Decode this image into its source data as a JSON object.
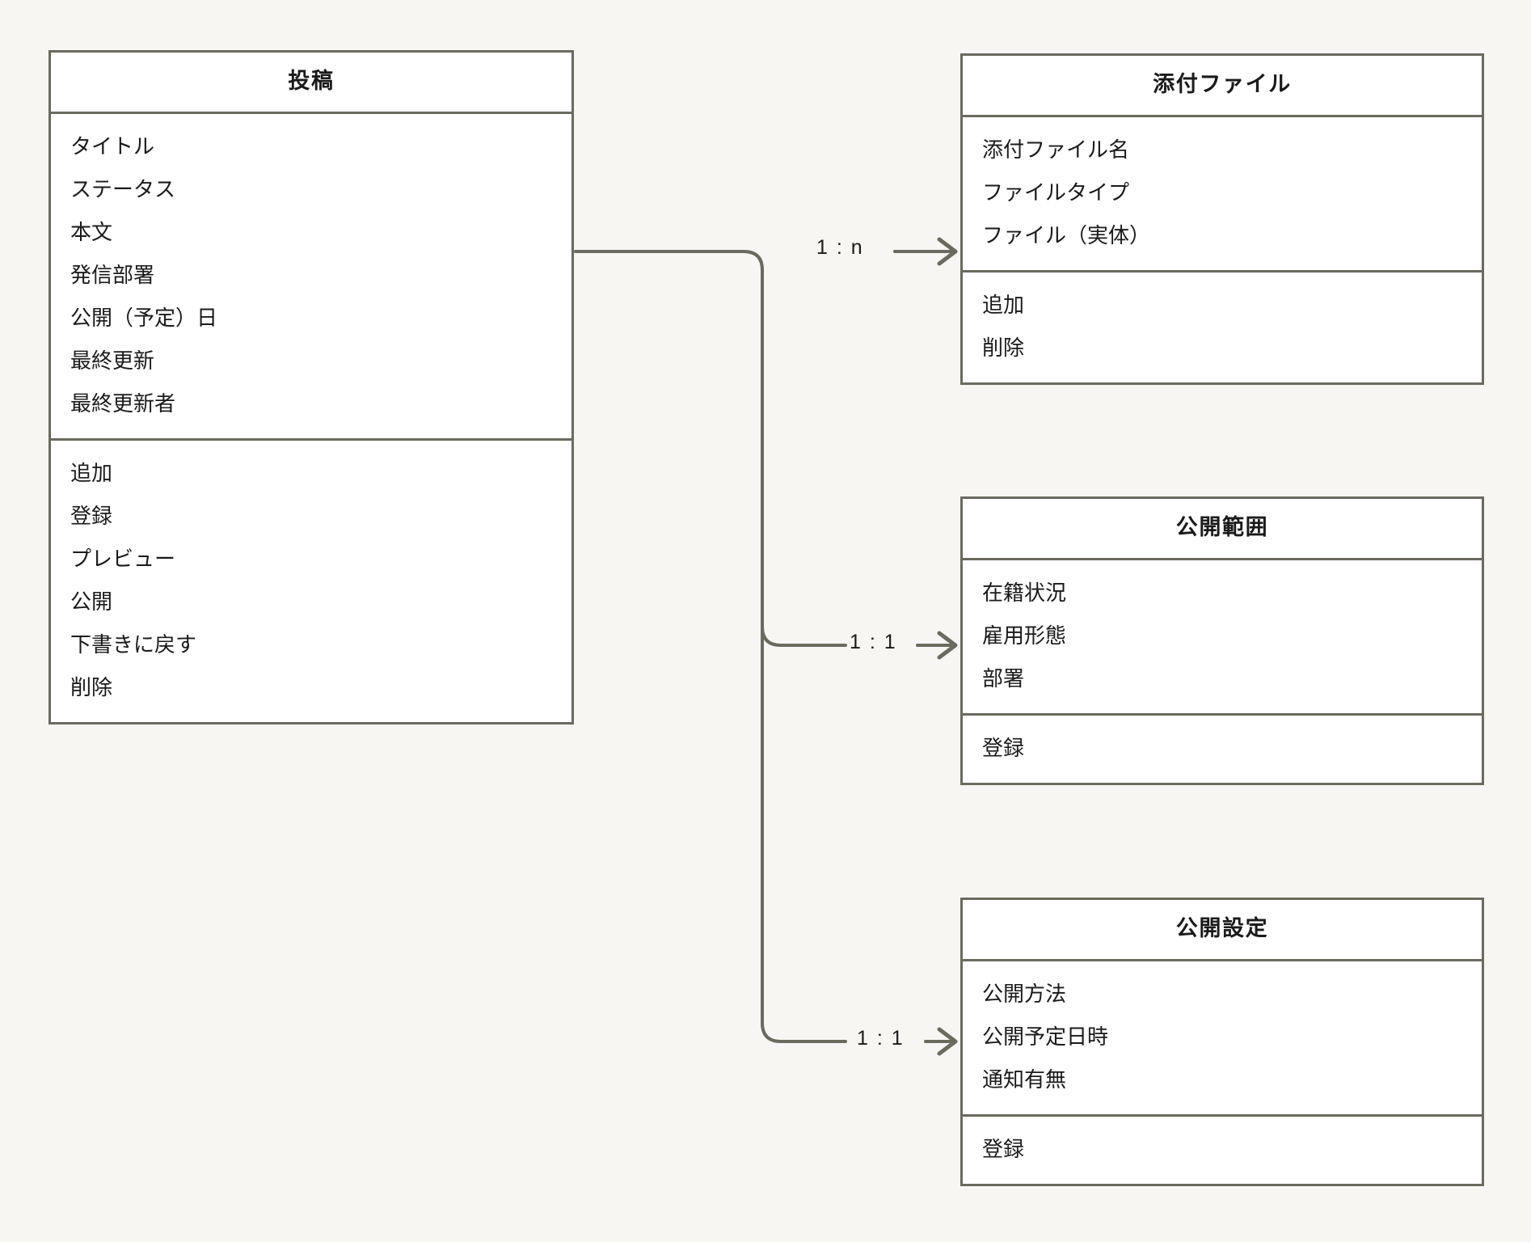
{
  "diagram": {
    "type": "uml-class-diagram",
    "background_color": "#f7f6f3",
    "box_fill_color": "#ffffff",
    "line_color": "#6b6a5f",
    "text_color": "#1a1a1a"
  },
  "classes": [
    {
      "id": "post",
      "title": "投稿",
      "attributes": [
        "タイトル",
        "ステータス",
        "本文",
        "発信部署",
        "公開（予定）日",
        "最終更新",
        "最終更新者"
      ],
      "operations": [
        "追加",
        "登録",
        "プレビュー",
        "公開",
        "下書きに戻す",
        "削除"
      ]
    },
    {
      "id": "attachment",
      "title": "添付ファイル",
      "attributes": [
        "添付ファイル名",
        "ファイルタイプ",
        "ファイル（実体）"
      ],
      "operations": [
        "追加",
        "削除"
      ]
    },
    {
      "id": "scope",
      "title": "公開範囲",
      "attributes": [
        "在籍状況",
        "雇用形態",
        "部署"
      ],
      "operations": [
        "登録"
      ]
    },
    {
      "id": "settings",
      "title": "公開設定",
      "attributes": [
        "公開方法",
        "公開予定日時",
        "通知有無"
      ],
      "operations": [
        "登録"
      ]
    }
  ],
  "relations": [
    {
      "from": "post",
      "to": "attachment",
      "label": "1 : n"
    },
    {
      "from": "post",
      "to": "scope",
      "label": "1 : 1"
    },
    {
      "from": "post",
      "to": "settings",
      "label": "1 : 1"
    }
  ]
}
